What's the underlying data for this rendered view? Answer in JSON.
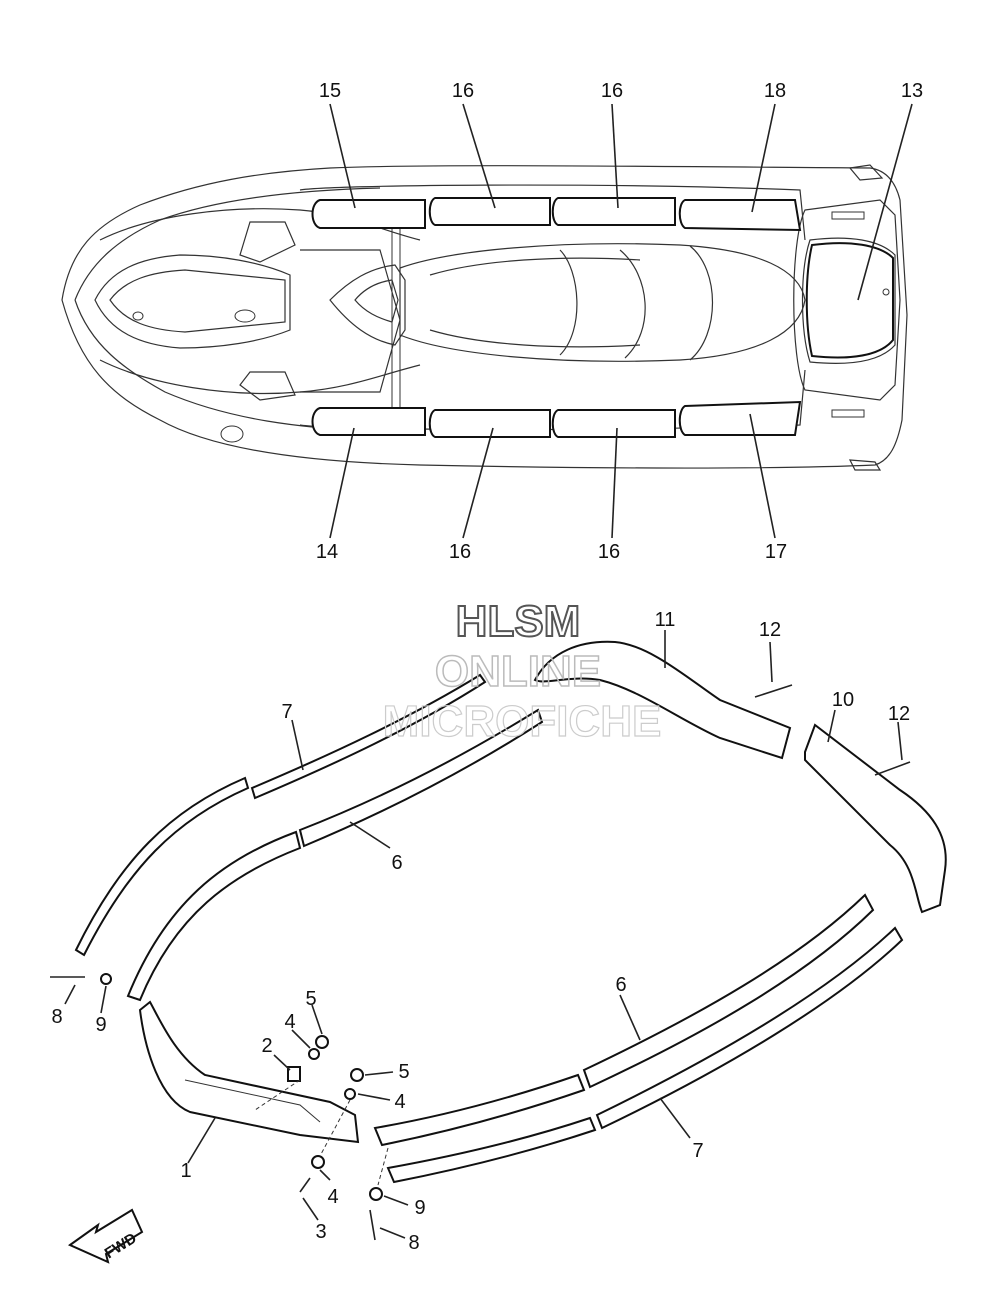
{
  "watermark": {
    "line1": "HLSM",
    "line2": "ONLINE",
    "line3": "MICROFICHE"
  },
  "direction_label": "FWD",
  "callouts": {
    "c13": "13",
    "c15": "15",
    "c16a": "16",
    "c16b": "16",
    "c18": "18",
    "c14": "14",
    "c16c": "16",
    "c16d": "16",
    "c17": "17",
    "c11": "11",
    "c12a": "12",
    "c10": "10",
    "c12b": "12",
    "c7a": "7",
    "c6a": "6",
    "c8a": "8",
    "c9a": "9",
    "c5a": "5",
    "c4a": "4",
    "c2": "2",
    "c5b": "5",
    "c4b": "4",
    "c1": "1",
    "c4c": "4",
    "c3": "3",
    "c6b": "6",
    "c7b": "7",
    "c9b": "9",
    "c8b": "8"
  }
}
